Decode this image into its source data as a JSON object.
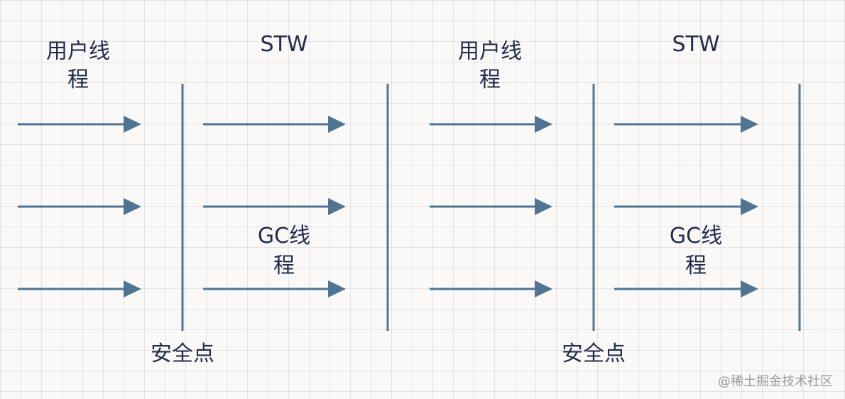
{
  "colors": {
    "line": "#4f7592",
    "text": "#1f2d4a",
    "watermark": "#9a9a9a",
    "grid": "#dcd8d8",
    "background": "#fbf8f8"
  },
  "panels": [
    {
      "user_thread_label": [
        "用户线",
        "程"
      ],
      "stw_label": "STW",
      "gc_thread_label": [
        "GC线",
        "程"
      ],
      "safepoint_label": "安全点"
    },
    {
      "user_thread_label": [
        "用户线",
        "程"
      ],
      "stw_label": "STW",
      "gc_thread_label": [
        "GC线",
        "程"
      ],
      "safepoint_label": "安全点"
    }
  ],
  "watermark": "@稀土掘金技术社区"
}
